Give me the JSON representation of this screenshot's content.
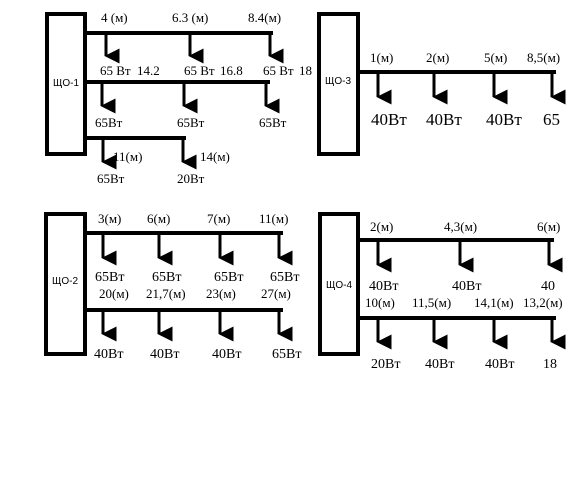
{
  "panels": {
    "sho1": {
      "name": "ЩО-1",
      "line1_dist": [
        "4 (м)",
        "6.3 (м)",
        "8.4(м)"
      ],
      "line1_load": [
        "65 Вт",
        "65 Вт",
        "65 Вт"
      ],
      "line2_dist": [
        "14.2",
        "16.8",
        "18"
      ],
      "line2_load": [
        "65Вт",
        "65Вт",
        "65Вт"
      ],
      "line3_dist": [
        "11(м)",
        "14(м)"
      ],
      "line3_load": [
        "65Вт",
        "20Вт"
      ]
    },
    "sho2": {
      "name": "ЩО-2",
      "line1_dist": [
        "3(м)",
        "6(м)",
        "7(м)",
        "11(м)"
      ],
      "line1_load": [
        "65Вт",
        "65Вт",
        "65Вт",
        "65Вт"
      ],
      "line2_dist": [
        "20(м)",
        "21,7(м)",
        "23(м)",
        "27(м)"
      ],
      "line2_load": [
        "40Вт",
        "40Вт",
        "40Вт",
        "65Вт"
      ]
    },
    "sho3": {
      "name": "ЩО-3",
      "line1_dist": [
        "1(м)",
        "2(м)",
        "5(м)",
        "8,5(м)"
      ],
      "line1_load": [
        "40Вт",
        "40Вт",
        "40Вт",
        "65"
      ]
    },
    "sho4": {
      "name": "ЩО-4",
      "line1_dist": [
        "2(м)",
        "4,3(м)",
        "6(м)"
      ],
      "line1_load": [
        "40Вт",
        "40Вт",
        "40"
      ],
      "line2_dist": [
        "10(м)",
        "11,5(м)",
        "14,1(м)",
        "13,2(м)"
      ],
      "line2_load": [
        "20Вт",
        "40Вт",
        "40Вт",
        "18"
      ]
    }
  }
}
